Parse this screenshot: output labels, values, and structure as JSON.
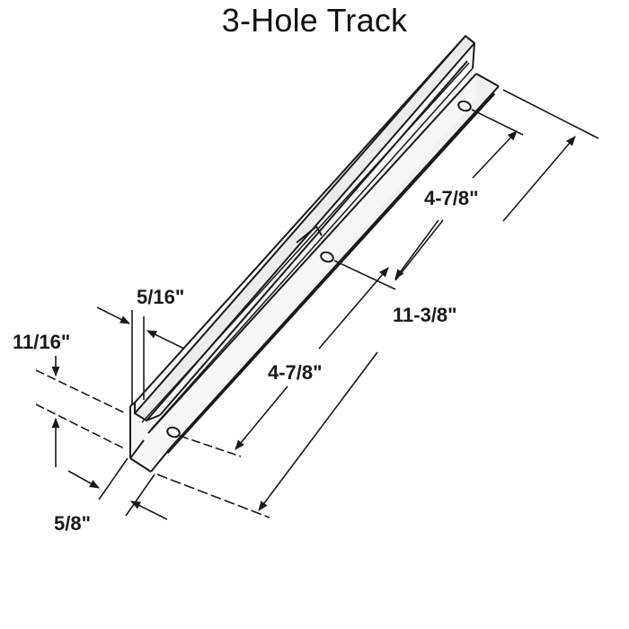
{
  "title": "3-Hole Track",
  "part": {
    "name": "track",
    "hole_count": 3,
    "fill_color": "#f1f1f1",
    "line_color": "#1a1a1a"
  },
  "dimensions": {
    "flange_height": "11/16\"",
    "lip_width": "5/16\"",
    "base_width": "5/8\"",
    "hole_spacing_lower": "4-7/8\"",
    "hole_spacing_upper": "4-7/8\"",
    "overall_length": "11-3/8\""
  }
}
